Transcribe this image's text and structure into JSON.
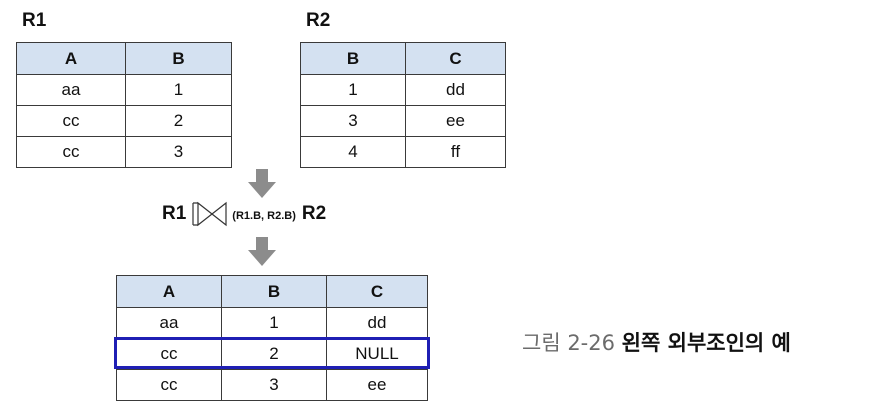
{
  "r1": {
    "label": "R1",
    "columns": [
      "A",
      "B"
    ],
    "rows": [
      [
        "aa",
        "1"
      ],
      [
        "cc",
        "2"
      ],
      [
        "cc",
        "3"
      ]
    ]
  },
  "r2": {
    "label": "R2",
    "columns": [
      "B",
      "C"
    ],
    "rows": [
      [
        "1",
        "dd"
      ],
      [
        "3",
        "ee"
      ],
      [
        "4",
        "ff"
      ]
    ]
  },
  "operation": {
    "left": "R1",
    "condition": "(R1.B, R2.B)",
    "right": "R2",
    "symbol": "left-outer-join-icon"
  },
  "result": {
    "columns": [
      "A",
      "B",
      "C"
    ],
    "rows": [
      [
        "aa",
        "1",
        "dd"
      ],
      [
        "cc",
        "2",
        "NULL"
      ],
      [
        "cc",
        "3",
        "ee"
      ]
    ],
    "highlight_color": "#1f1fb4"
  },
  "caption": {
    "number": "그림 2-26",
    "text": "왼쪽 외부조인의 예"
  },
  "colors": {
    "header_fill": "#d4e1f1",
    "arrow": "#8c8c8c"
  }
}
